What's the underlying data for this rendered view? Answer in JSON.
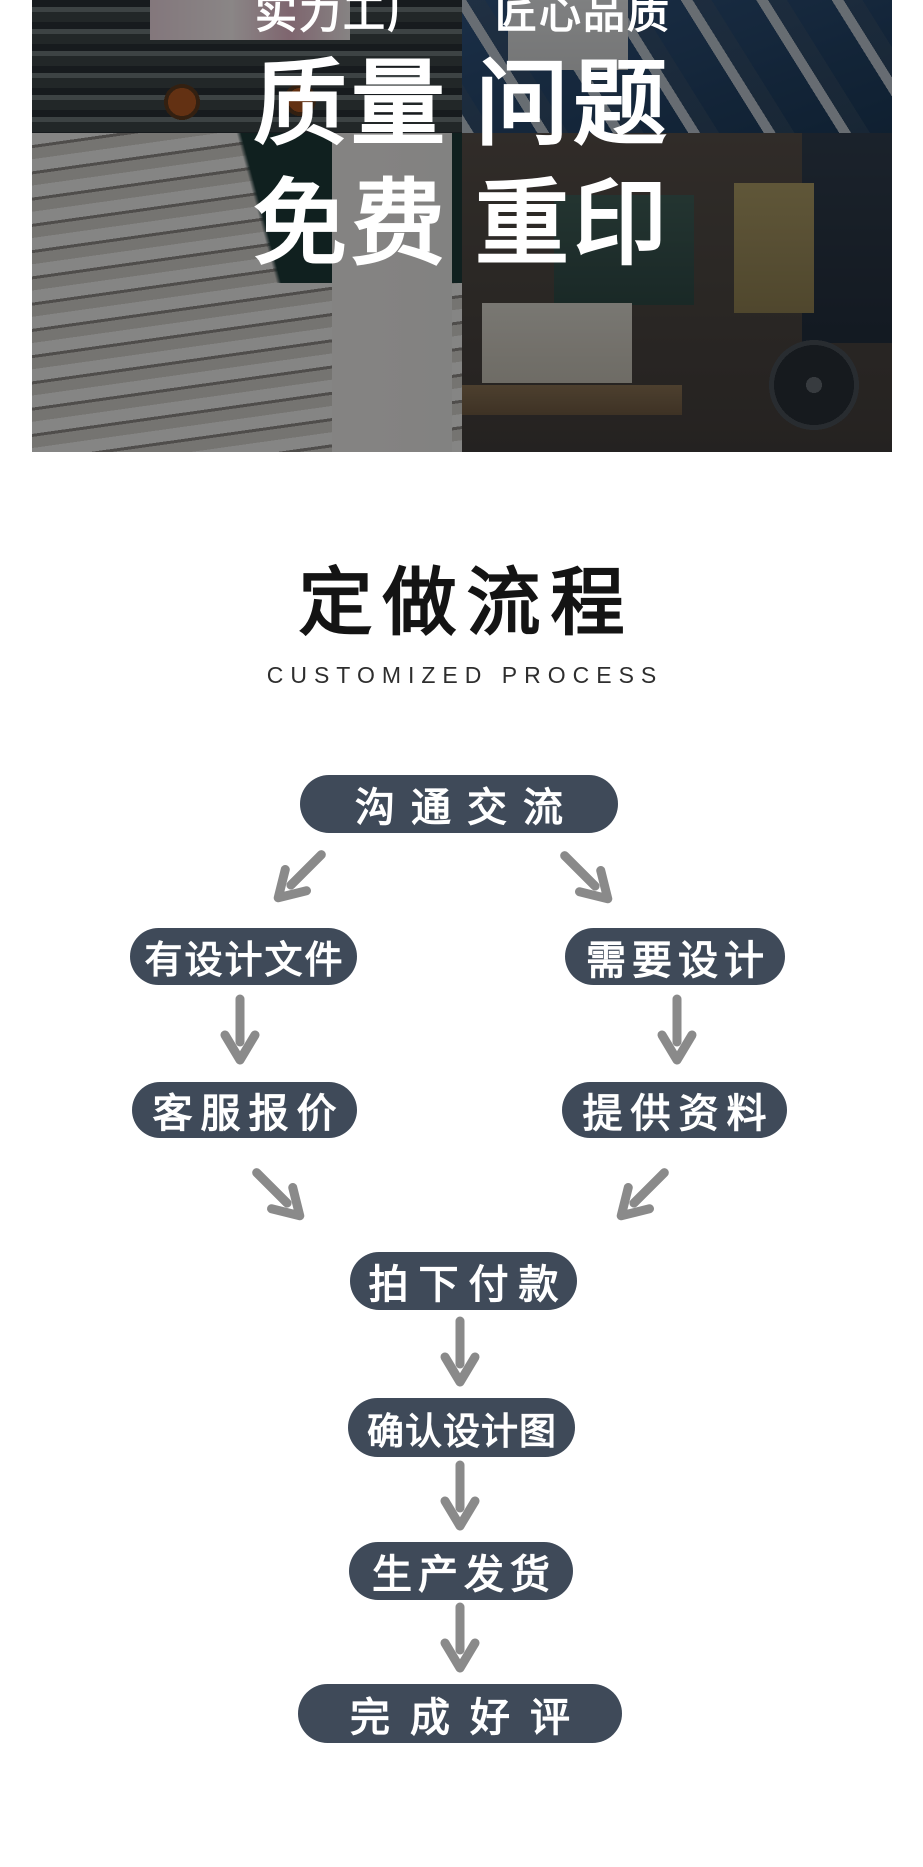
{
  "hero": {
    "badge_left": "实力工厂",
    "badge_right": "匠心品质",
    "headline_line1": [
      "质量",
      "问题"
    ],
    "headline_line2": [
      "免费",
      "重印"
    ],
    "photos": [
      "printing-press",
      "printed-paper-stack",
      "blue-press-machine",
      "workshop-worker"
    ]
  },
  "section": {
    "title": "定做流程",
    "subtitle": "CUSTOMIZED PROCESS"
  },
  "flow": {
    "steps": [
      {
        "label": "沟通交流"
      },
      {
        "label": "有设计文件"
      },
      {
        "label": "需要设计"
      },
      {
        "label": "客服报价"
      },
      {
        "label": "提供资料"
      },
      {
        "label": "拍下付款"
      },
      {
        "label": "确认设计图"
      },
      {
        "label": "生产发货"
      },
      {
        "label": "完成好评"
      }
    ]
  },
  "colors": {
    "step_box": "#3f4a59",
    "arrow": "#8a8a8a",
    "headline_text": "#ffffff",
    "title_text": "#141414",
    "subtitle_text": "#2e2e2e",
    "page_bg": "#ffffff"
  }
}
